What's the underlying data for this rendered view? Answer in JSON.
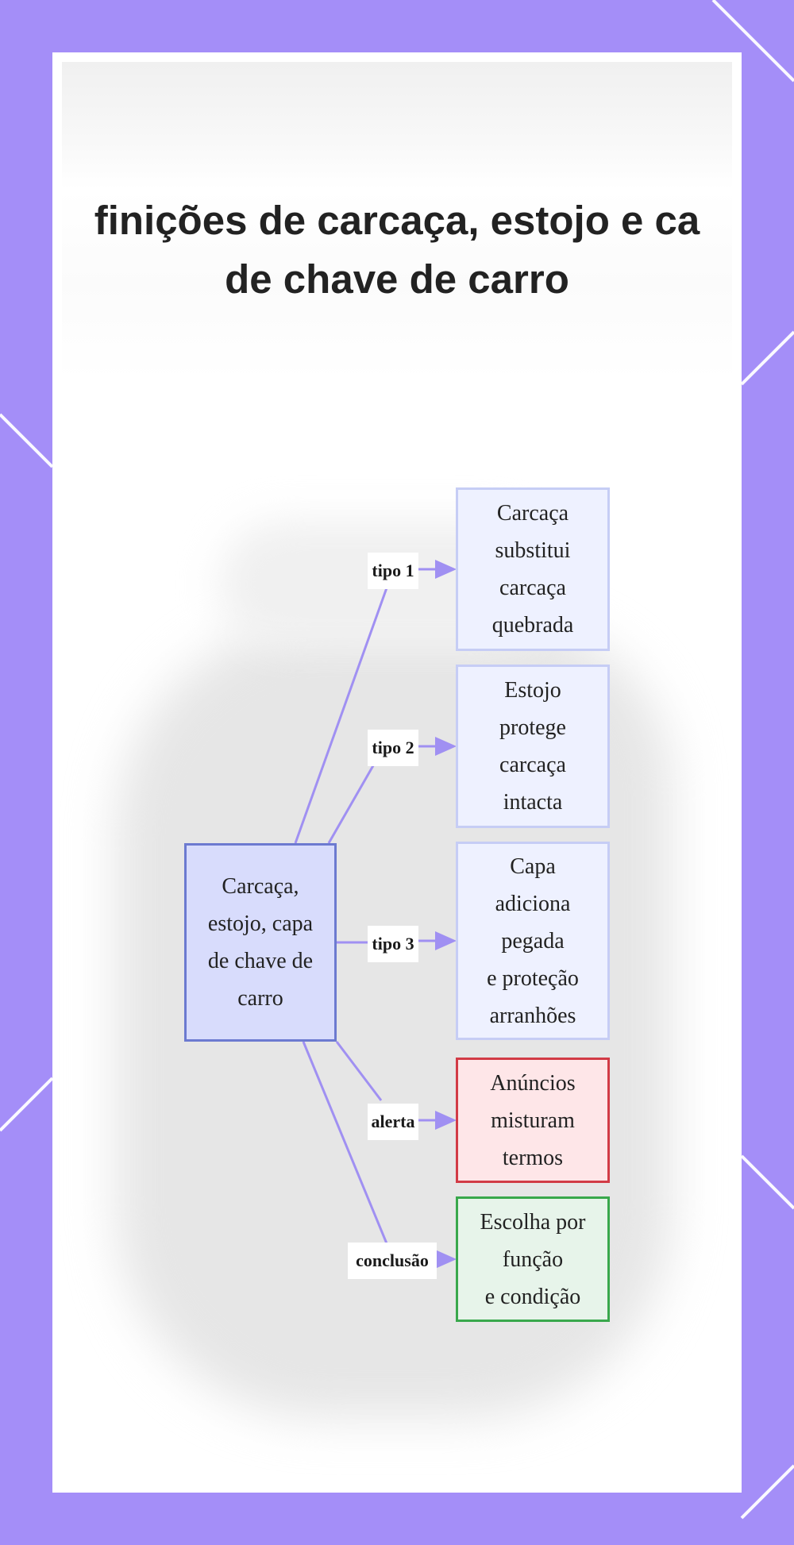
{
  "colors": {
    "background": "#a48ef8",
    "card": "#ffffff",
    "connector": "#a090f2",
    "center_fill": "#d8dcfc",
    "center_border": "#6c7ad0",
    "type_fill": "#eef1ff",
    "type_border": "#c6cdf5",
    "alert_fill": "#fee6e8",
    "alert_border": "#d23b46",
    "conclusion_fill": "#e7f4ea",
    "conclusion_border": "#39a84c"
  },
  "title": {
    "line1": "finições de carcaça, estojo e ca",
    "line2": "de chave de carro"
  },
  "diagram": {
    "center": "Carcaça,\nestojo, capa\nde chave de\ncarro",
    "branches": [
      {
        "label": "tipo 1",
        "text": "Carcaça\nsubstitui\ncarcaça\nquebrada",
        "kind": "type"
      },
      {
        "label": "tipo 2",
        "text": "Estojo\nprotege\ncarcaça\nintacta",
        "kind": "type"
      },
      {
        "label": "tipo 3",
        "text": "Capa\nadiciona\npegada\ne proteção\narranhões",
        "kind": "type"
      },
      {
        "label": "alerta",
        "text": "Anúncios\nmisturam\ntermos",
        "kind": "alert"
      },
      {
        "label": "conclusão",
        "text": "Escolha por\nfunção\ne condição",
        "kind": "conclusion"
      }
    ]
  }
}
